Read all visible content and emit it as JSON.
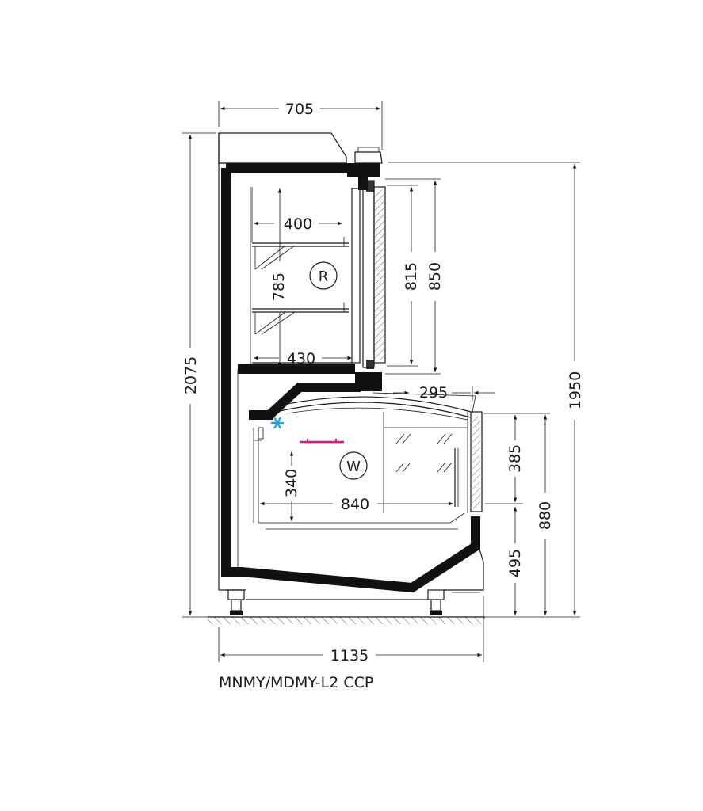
{
  "model_name": "MNMY/MDMY-L2 CCP",
  "dimensions": {
    "top_width": "705",
    "total_height": "2075",
    "right_height": "1950",
    "shelf_depth_upper": "400",
    "shelf_spacing": "785",
    "shelf_depth_lower": "430",
    "door_height_inner": "815",
    "door_height_outer": "850",
    "lid_depth": "295",
    "well_depth": "840",
    "well_height": "340",
    "front_glass_height": "385",
    "base_height": "495",
    "counter_height": "880",
    "total_depth": "1135"
  },
  "zones": {
    "refrigerated": "R",
    "well": "W"
  },
  "colors": {
    "line": "#1a1a1a",
    "wall": "#111111",
    "evaporator": "#1aa3e0",
    "light_bar": "#e0167a"
  },
  "icons": {
    "evaporator": "snowflake-icon"
  }
}
